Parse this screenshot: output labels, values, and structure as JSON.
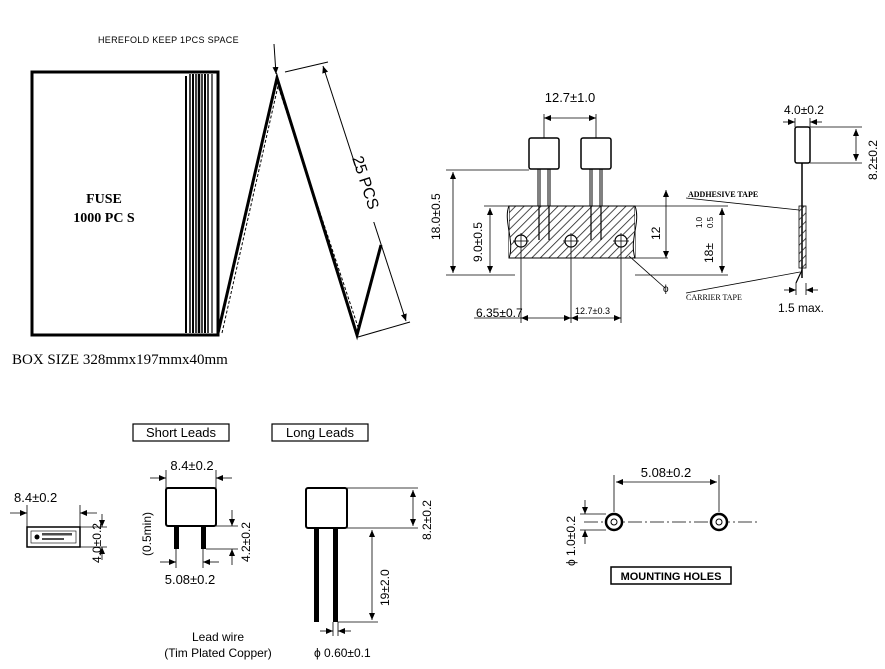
{
  "packing": {
    "fold_note": "HEREFOLD KEEP 1PCS SPACE",
    "box_label_line1": "FUSE",
    "box_label_line2": "1000 PC S",
    "pitch_label": "25 PCS",
    "box_size": "BOX SIZE 328mmx197mmx40mm"
  },
  "tape": {
    "pitch_top": "12.7±1.0",
    "height_total": "18.0±0.5",
    "height_hole": "9.0±0.5",
    "tape_width": "12",
    "height_18": "18±",
    "tol_upper": "1.0",
    "tol_lower": "0.5",
    "offset_left": "6.35±0.7",
    "pitch_hole": "12.7±0.3",
    "phi_label": "ϕ",
    "adhesive_tape": "ADDHESIVE TAPE",
    "carrier_tape": "CARRIER TAPE",
    "side_width": "4.0±0.2",
    "side_height": "8.2±0.2",
    "max_thickness": "1.5 max."
  },
  "top_view": {
    "width": "8.4±0.2",
    "height": "4.0±0.2"
  },
  "short_leads": {
    "title": "Short Leads",
    "width": "8.4±0.2",
    "standoff": "(0.5min)",
    "lead_len": "4.2±0.2",
    "pitch": "5.08±0.2"
  },
  "long_leads": {
    "title": "Long Leads",
    "body_height": "8.2±0.2",
    "lead_len": "19±2.0",
    "lead_dia": "ϕ 0.60±0.1",
    "lead_wire_line1": "Lead wire",
    "lead_wire_line2": "(Tim Plated Copper)"
  },
  "mounting": {
    "pitch": "5.08±0.2",
    "hole_dia": "ϕ 1.0±0.2",
    "title": "MOUNTING HOLES"
  }
}
